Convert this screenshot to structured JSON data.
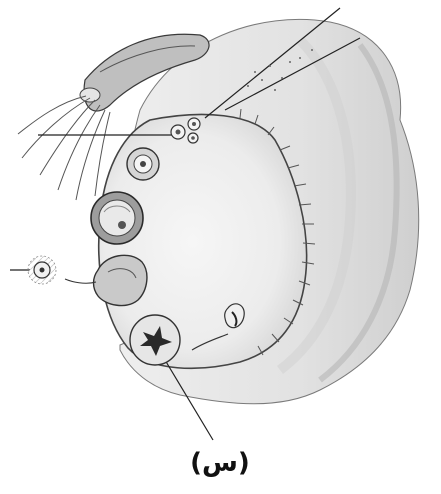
{
  "figure": {
    "label": "(س)",
    "structures": [
      "ovary-cross-section",
      "fallopian-tube-fimbriae",
      "primordial-follicles",
      "primary-follicle",
      "secondary-follicle",
      "ovulated-oocyte",
      "ruptured-follicle",
      "corpus-luteum",
      "corpus-albicans"
    ],
    "colors": {
      "ink": "#2a2a2a",
      "tissue_light": "#ececec",
      "tissue_mid": "#d9d9d9",
      "tissue_dark": "#a9a9a9",
      "background": "#ffffff"
    }
  }
}
